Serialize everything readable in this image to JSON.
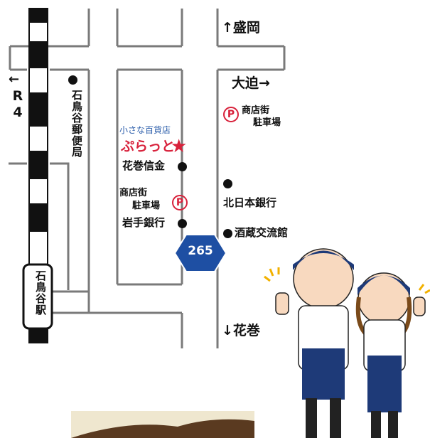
{
  "map": {
    "directions": {
      "morioka": "↑盛岡",
      "ohasama": "大迫→",
      "hanamaki": "↓花巻",
      "r4_arrow": "←",
      "r4_label": "R4"
    },
    "landmarks": {
      "post_office": "石鳥谷郵便局",
      "shop_subtitle": "小さな百貨店",
      "shop_name": "ぷらっと",
      "shop_star": "★",
      "hanamaki_shinkin": "花巻信金",
      "parking_left_line1": "商店街",
      "parking_left_line2": "駐車場",
      "iwate_bank": "岩手銀行",
      "parking_right_line1": "商店街",
      "parking_right_line2": "駐車場",
      "kita_nihon_bank": "北日本銀行",
      "sake_hall": "酒蔵交流館",
      "station": "石鳥谷駅",
      "parking_symbol": "P"
    },
    "route_shield": "265",
    "colors": {
      "road_outline": "#7a7a7a",
      "shield_blue": "#1e4fa3",
      "shop_red": "#d8213b",
      "subtitle_blue": "#2a5caa"
    }
  }
}
